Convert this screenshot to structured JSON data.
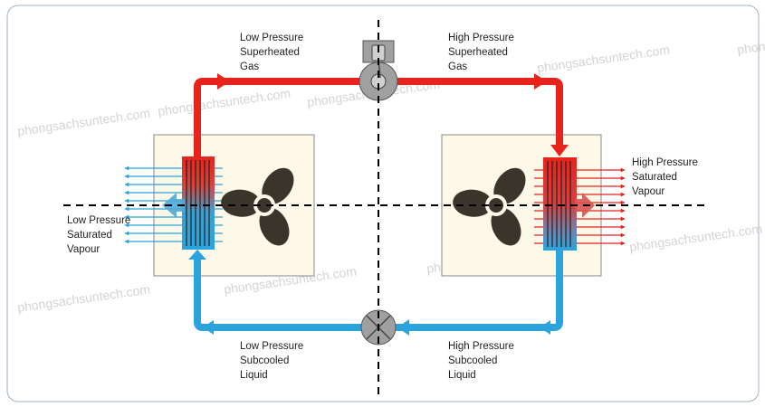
{
  "watermark": "phongsachsuntech.com",
  "colors": {
    "hot": "#e8231c",
    "cold": "#2ba3dc",
    "unit_fill": "#fdf8e8",
    "fan": "#3a342b",
    "border": "#9fb3c8"
  },
  "labels": {
    "lp_superheated": "Low Pressure\nSuperheated\nGas",
    "hp_superheated": "High Pressure\nSuperheated\nGas",
    "hp_saturated": "High Pressure\nSaturated\nVapour",
    "lp_saturated": "Low Pressure\nSaturated\nVapour",
    "lp_subcooled": "Low Pressure\nSubcooled\nLiquid",
    "hp_subcooled": "High Pressure\nSubcooled\nLiquid"
  },
  "components": {
    "compressor": "compressor-icon",
    "expansion_valve": "expansion-valve-icon",
    "evaporator_fan": "fan-icon",
    "condenser_fan": "fan-icon"
  }
}
